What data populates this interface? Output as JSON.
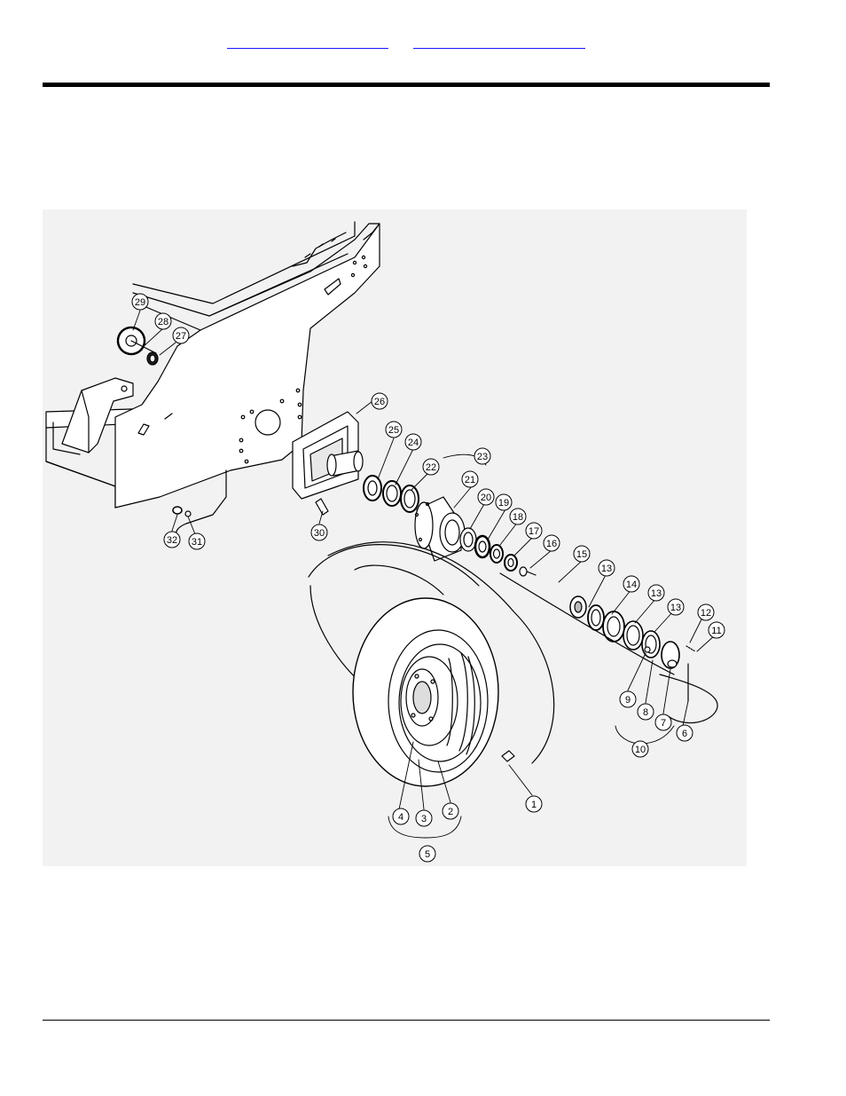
{
  "header": {
    "link_left": "",
    "link_right": ""
  },
  "figure": {
    "callouts": {
      "c1": "1",
      "c2": "2",
      "c3": "3",
      "c4": "4",
      "c5": "5",
      "c6": "6",
      "c7": "7",
      "c8": "8",
      "c9": "9",
      "c10": "10",
      "c11": "11",
      "c12": "12",
      "c13a": "13",
      "c13b": "13",
      "c13c": "13",
      "c14": "14",
      "c15": "15",
      "c16": "16",
      "c17": "17",
      "c18": "18",
      "c19": "19",
      "c20": "20",
      "c21": "21",
      "c22": "22",
      "c23": "23",
      "c24": "24",
      "c25": "25",
      "c26": "26",
      "c27": "27",
      "c28": "28",
      "c29": "29",
      "c30": "30",
      "c31": "31",
      "c32": "32"
    }
  }
}
